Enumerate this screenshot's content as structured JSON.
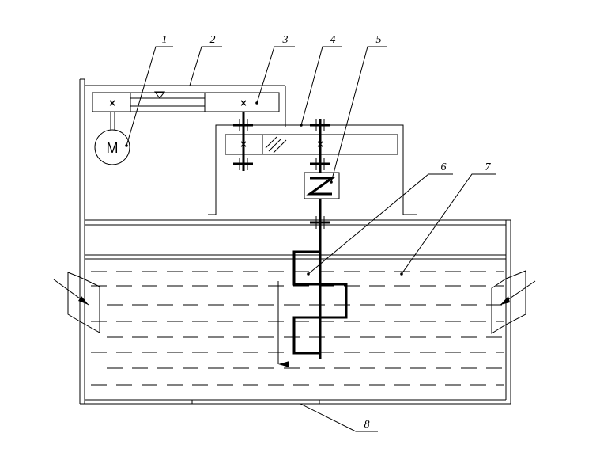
{
  "callouts": [
    {
      "label": "1",
      "part": "motor"
    },
    {
      "label": "2",
      "part": "belt-drive"
    },
    {
      "label": "3",
      "part": "driven-pulley"
    },
    {
      "label": "4",
      "part": "gearbox"
    },
    {
      "label": "5",
      "part": "coupling"
    },
    {
      "label": "6",
      "part": "agitator"
    },
    {
      "label": "7",
      "part": "liquid"
    },
    {
      "label": "8",
      "part": "base-plate"
    }
  ],
  "motor": {
    "label": "M"
  }
}
